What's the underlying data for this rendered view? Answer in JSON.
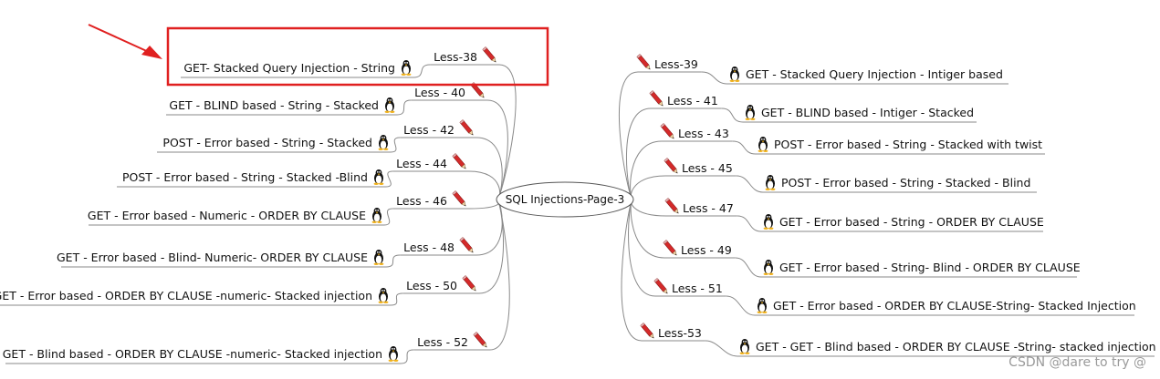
{
  "center": {
    "label": "SQL Injections-Page-3"
  },
  "left": [
    {
      "less": "Less-38",
      "topic": "GET- Stacked Query Injection - String"
    },
    {
      "less": "Less - 40",
      "topic": "GET - BLIND based - String - Stacked"
    },
    {
      "less": "Less - 42",
      "topic": "POST - Error based - String - Stacked"
    },
    {
      "less": "Less - 44",
      "topic": "POST - Error based - String - Stacked -Blind"
    },
    {
      "less": "Less - 46",
      "topic": "GET - Error based - Numeric - ORDER BY CLAUSE"
    },
    {
      "less": "Less - 48",
      "topic": "GET - Error based - Blind- Numeric- ORDER BY CLAUSE"
    },
    {
      "less": "Less - 50",
      "topic": "GET - Error based - ORDER BY CLAUSE -numeric- Stacked injection"
    },
    {
      "less": "Less - 52",
      "topic": "GET - Blind based - ORDER BY CLAUSE -numeric- Stacked injection"
    }
  ],
  "right": [
    {
      "less": "Less-39",
      "topic": "GET -  Stacked Query Injection - Intiger based"
    },
    {
      "less": "Less - 41",
      "topic": "GET - BLIND based - Intiger - Stacked"
    },
    {
      "less": "Less - 43",
      "topic": "POST - Error based - String - Stacked with twist"
    },
    {
      "less": "Less - 45",
      "topic": "POST - Error based - String - Stacked - Blind"
    },
    {
      "less": "Less - 47",
      "topic": "GET - Error based - String - ORDER BY CLAUSE"
    },
    {
      "less": "Less - 49",
      "topic": "GET - Error based - String- Blind - ORDER BY CLAUSE"
    },
    {
      "less": "Less - 51",
      "topic": "GET - Error based - ORDER BY CLAUSE-String- Stacked Injection"
    },
    {
      "less": "Less-53",
      "topic": "GET - GET - Blind based - ORDER BY CLAUSE -String- stacked injection"
    }
  ],
  "watermark": "CSDN @dare to try @",
  "colors": {
    "highlight": "#e02020",
    "arrow": "#e02020",
    "pencil": "#d42a2a",
    "line": "#8a8a8a"
  },
  "icons": {
    "pencil": "pencil-icon",
    "penguin": "penguin-icon"
  }
}
